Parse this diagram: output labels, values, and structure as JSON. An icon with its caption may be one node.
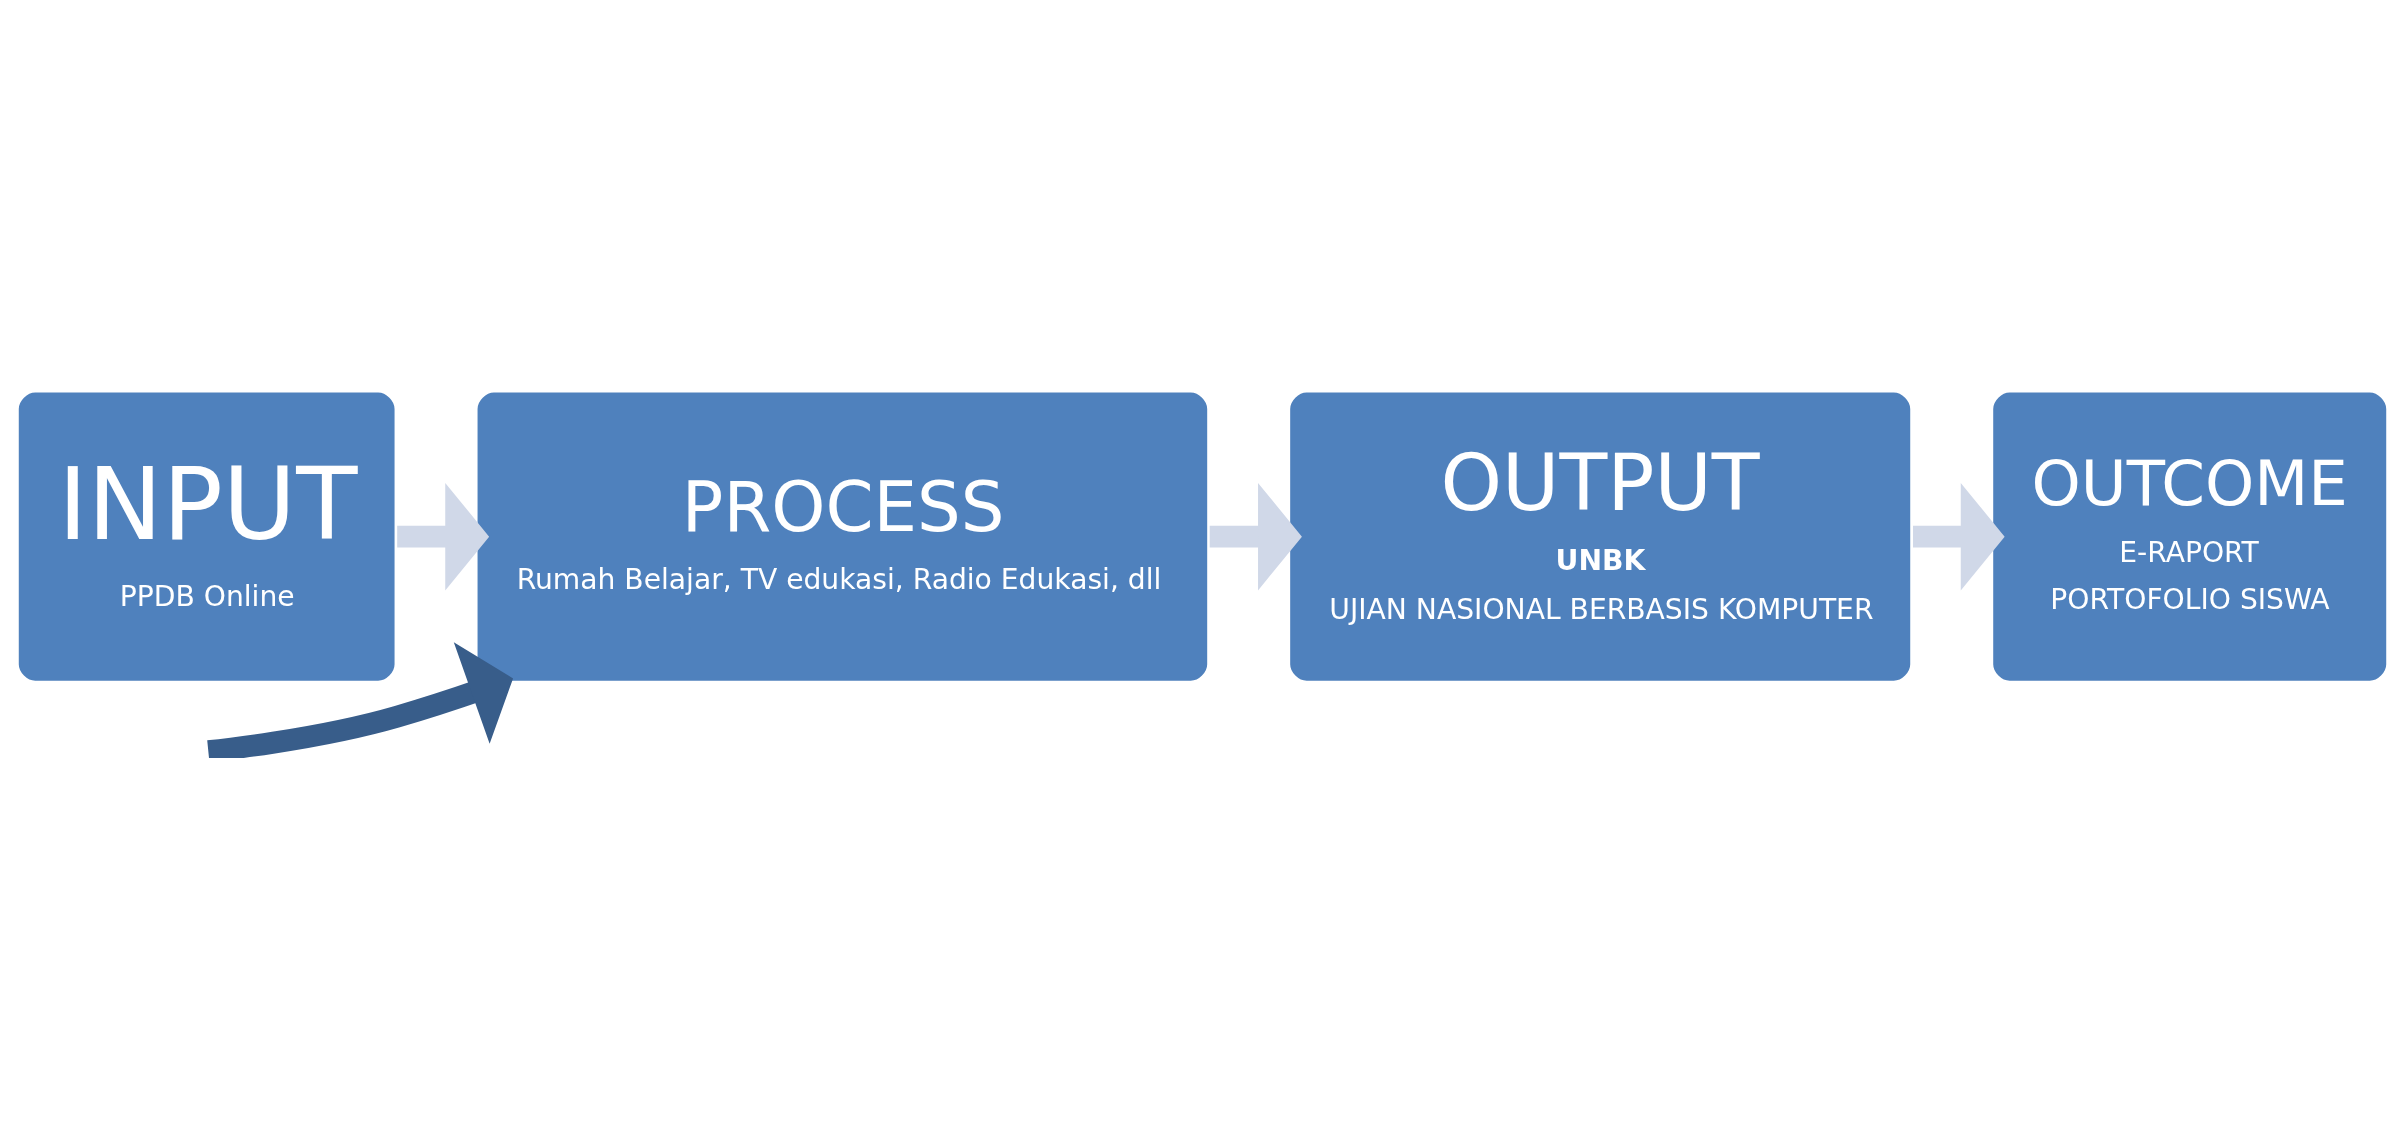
{
  "diagram": {
    "nodes": [
      {
        "text": [
          "INPUT",
          "PPDB Online"
        ]
      },
      {
        "text": [
          "PROCESS",
          "Rumah Belajar, TV edukasi, Radio Edukasi, dll"
        ]
      },
      {
        "text": [
          "OUTPUT",
          "UNBK",
          "UJIAN NASIONAL BERBASIS KOMPUTER"
        ]
      },
      {
        "text": [
          "OUTCOME",
          "E-RAPORT",
          "PORTOFOLIO SISWA"
        ]
      }
    ],
    "edges": [
      {
        "from": 0,
        "to": 1,
        "arrow": "to"
      },
      {
        "from": 1,
        "to": 2,
        "arrow": "to"
      },
      {
        "from": 2,
        "to": 3,
        "arrow": "to"
      },
      {
        "from": null,
        "to": 1,
        "arrow": "to",
        "color": "#385d8a"
      }
    ]
  }
}
